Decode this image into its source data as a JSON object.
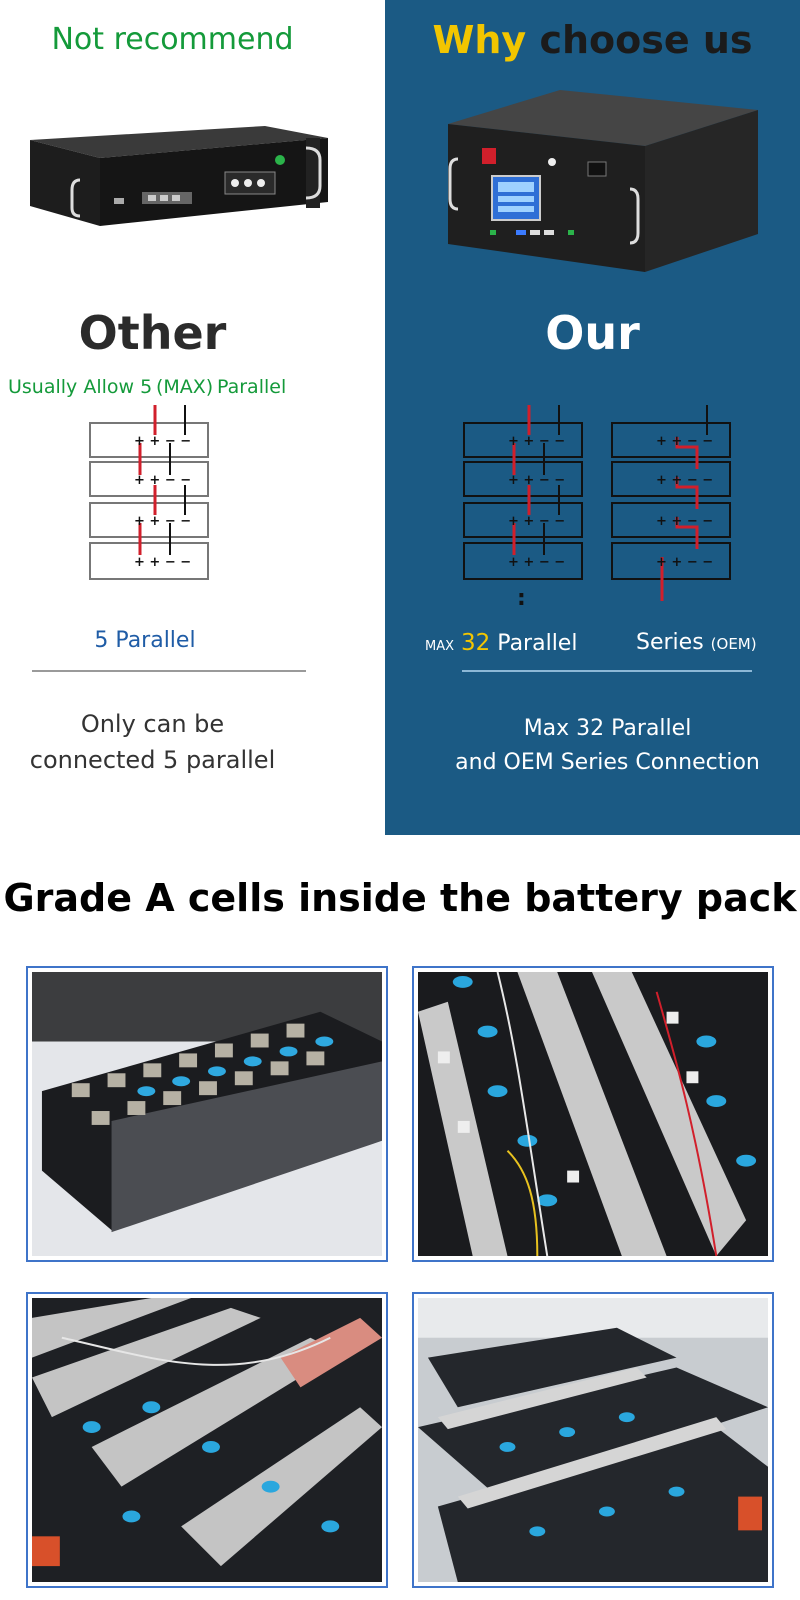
{
  "header": {
    "not_recommend": "Not recommend",
    "why": "Why",
    "choose_us": "choose us"
  },
  "other": {
    "title": "Other",
    "usually_allow": "Usually Allow 5 (MAX) Parallel",
    "parallel_label": "5 Parallel",
    "note_line1": "Only can be",
    "note_line2": "connected 5 parallel"
  },
  "our": {
    "title": "Our",
    "max_prefix": "MAX",
    "max_number": "32",
    "max_suffix": "Parallel",
    "series_label": "Series",
    "series_suffix": "(OEM)",
    "note_line1": "Max 32 Parallel",
    "note_line2": "and OEM Series Connection"
  },
  "diagram": {
    "terminal_text": "+ + − −",
    "continuation": ":"
  },
  "cells": {
    "heading": "Grade A cells inside the battery pack"
  },
  "colors": {
    "green": "#149a3a",
    "blue_panel": "#1b5a84",
    "yellow": "#f2c500",
    "red_wire": "#d11f2b"
  }
}
